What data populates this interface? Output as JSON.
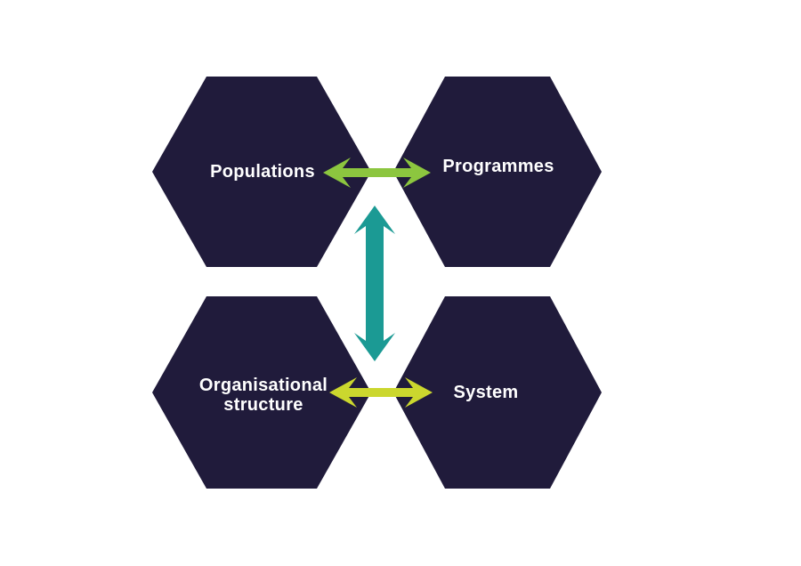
{
  "colors": {
    "background": "#ffffff",
    "hexagon_fill": "#201b3b",
    "label_text": "#ffffff",
    "arrow_green": "#8cc63f",
    "arrow_lime": "#cbd72e",
    "arrow_teal": "#1b9a94"
  },
  "diagram": {
    "nodes": [
      {
        "id": "populations",
        "label": "Populations"
      },
      {
        "id": "programmes",
        "label": "Programmes"
      },
      {
        "id": "organisational-structure",
        "label": "Organisational structure",
        "lines": [
          "Organisational",
          "structure"
        ]
      },
      {
        "id": "system",
        "label": "System"
      }
    ],
    "connections": [
      {
        "from": "Populations",
        "to": "Programmes",
        "type": "double-headed-arrow",
        "color": "#8cc63f"
      },
      {
        "from": "Populations / Programmes",
        "to": "Organisational structure / System",
        "type": "double-headed-arrow",
        "color": "#1b9a94"
      },
      {
        "from": "Organisational structure",
        "to": "System",
        "type": "double-headed-arrow",
        "color": "#cbd72e"
      }
    ]
  }
}
